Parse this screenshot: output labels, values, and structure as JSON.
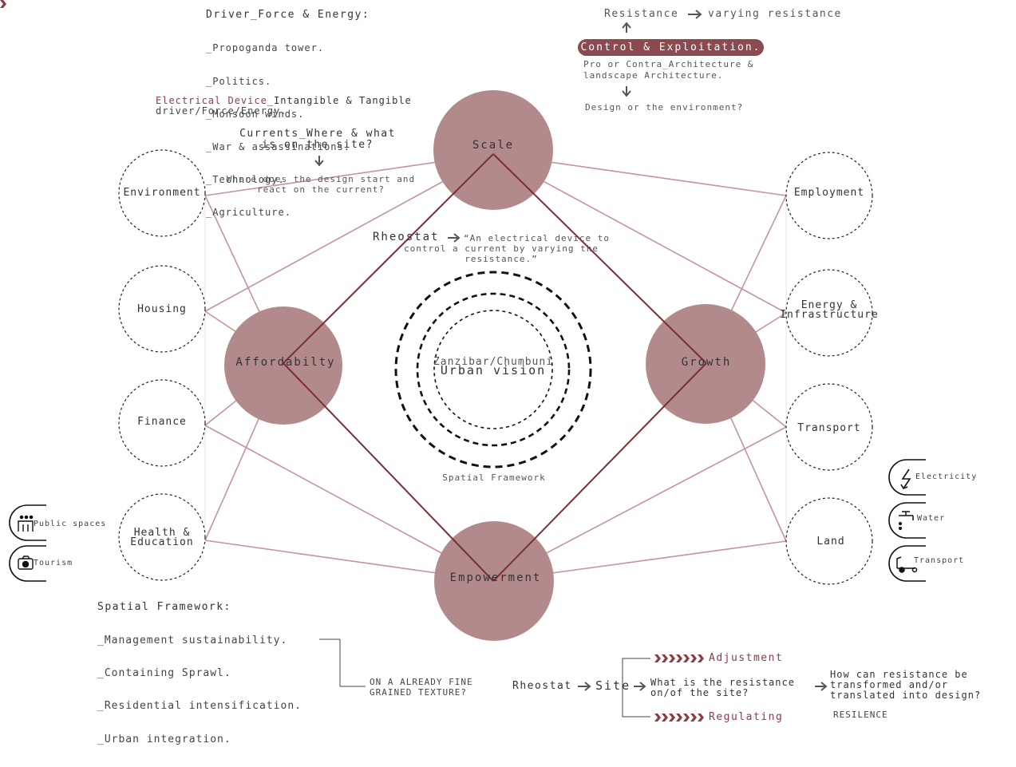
{
  "nodes": {
    "scale": "Scale",
    "affordability": "Affordabilty",
    "growth": "Growth",
    "empowerment": "Empowerment"
  },
  "left_nodes": {
    "environment": "Environment",
    "housing": "Housing",
    "finance": "Finance",
    "health_line1": "Health &",
    "health_line2": "Education"
  },
  "right_nodes": {
    "employment": "Employment",
    "energy_line1": "Energy &",
    "energy_line2": "Infrastructure",
    "transport": "Transport",
    "land": "Land"
  },
  "center": {
    "place": "Zanzibar/Chumbuni",
    "vision": "Urban vision",
    "caption": "Spatial Framework"
  },
  "rheostat": {
    "label": "Rheostat",
    "definition_line1": "“An electrical device to",
    "definition_line2": "control a current by varying the",
    "definition_line3": "resistance.”"
  },
  "driver": {
    "title": "Driver_Force & Energy:",
    "items": [
      "_Propoganda tower.",
      "_Politics.",
      "_Monsoon winds.",
      "_War & assassinations.",
      "_Technology.",
      "_Agriculture."
    ]
  },
  "electrical": {
    "highlight": "Electrical Device",
    "rest": "_Intangible & Tangible",
    "line2": "driver/Force/Energy."
  },
  "currents": {
    "line1": "Currents_Where & what",
    "line2": "is on the site?",
    "q_line1": "Where does the design start and",
    "q_line2": "react on the current?"
  },
  "resistance": {
    "label": "Resistance",
    "varying": "varying resistance",
    "pill": "Control & Exploitation.",
    "pro_line1": "Pro or Contra_Architecture &",
    "pro_line2": "landscape Architecture.",
    "design_q": "Design or the environment?"
  },
  "spatial": {
    "title": "Spatial Framework:",
    "items": [
      "_Management sustainability.",
      "_Containing Sprawl.",
      "_Residential intensification.",
      "_Urban integration."
    ],
    "note_line1": "ON A ALREADY FINE",
    "note_line2": "GRAINED TEXTURE?"
  },
  "bottom_flow": {
    "rheostat": "Rheostat",
    "site": "Site",
    "adjustment": "Adjustment",
    "regulating": "Regulating",
    "question_line1": "What is the resistance",
    "question_line2": "on/of the site?",
    "how_line1": "How can resistance be",
    "how_line2": "transformed and/or",
    "how_line3": "translated into design?",
    "resilience": "RESILENCE"
  },
  "legend_left": [
    {
      "icon": "people-icon",
      "label": "Public spaces"
    },
    {
      "icon": "camera-icon",
      "label": "Tourism"
    }
  ],
  "legend_right": [
    {
      "icon": "lightning-icon",
      "label": "Electricity"
    },
    {
      "icon": "faucet-icon",
      "label": "Water"
    },
    {
      "icon": "vehicle-icon",
      "label": "Transport"
    }
  ],
  "colors": {
    "node_fill": "#b38a8c",
    "line_light": "#c39598",
    "line_dark": "#7a2f34",
    "accent": "#8a3d42",
    "pill": "#8b4a4f"
  }
}
